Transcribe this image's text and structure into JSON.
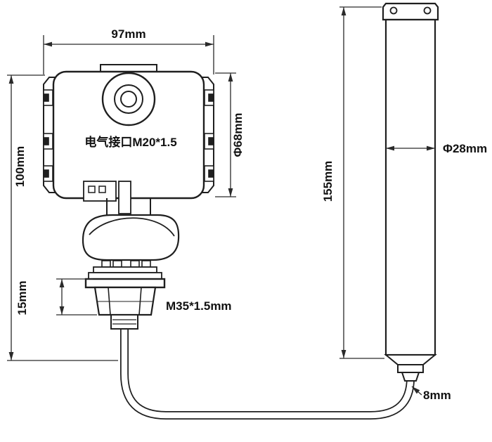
{
  "drawing": {
    "type": "technical-dimension-drawing",
    "subject": "pressure level transmitter with submersible probe and cable",
    "colors": {
      "line": "#1f1f1f",
      "background": "#ffffff",
      "text": "#111111"
    },
    "labels": {
      "housing_width": "97mm",
      "housing_height": "100mm",
      "housing_diameter": "Φ68mm",
      "electrical_interface": "电气接口M20*1.5",
      "flange_nut_height": "15mm",
      "thread_spec": "M35*1.5mm",
      "probe_length": "155mm",
      "probe_diameter": "Φ28mm",
      "cable_diameter": "8mm"
    }
  }
}
